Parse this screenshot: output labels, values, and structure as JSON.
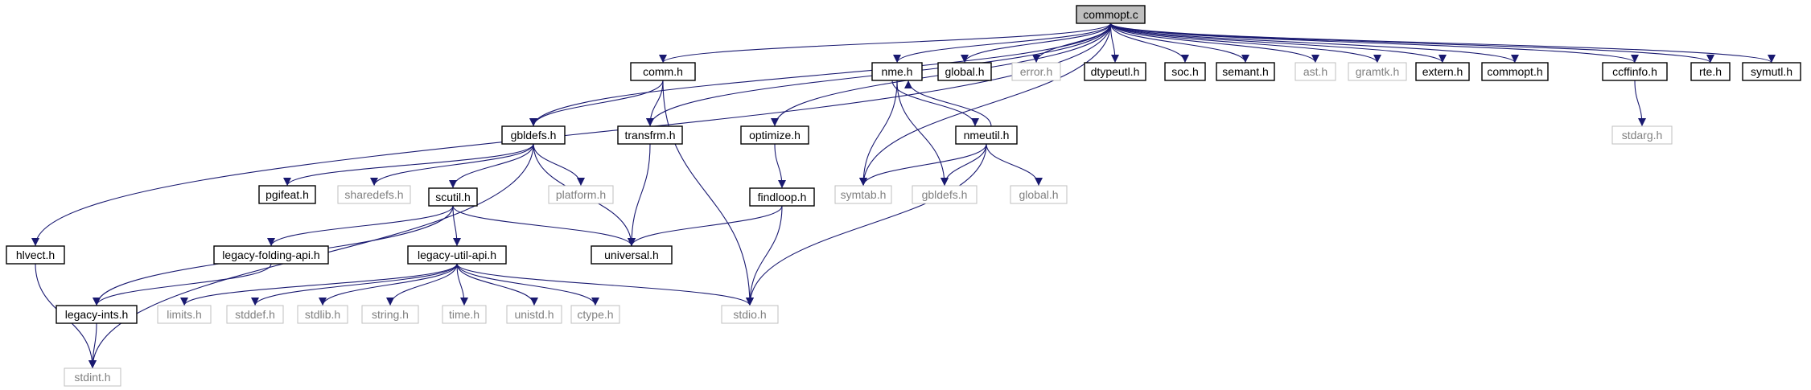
{
  "colors": {
    "edge": "#191970",
    "node_border_dark": "#000000",
    "node_border_light": "#bfbfbf",
    "text_dark": "#000000",
    "text_light": "#808080",
    "root_fill": "#bfbfbf",
    "node_fill": "#ffffff"
  },
  "nodes": [
    {
      "id": "commopt_c",
      "label": "commopt.c",
      "style": "root"
    },
    {
      "id": "comm_h",
      "label": "comm.h",
      "style": "normal"
    },
    {
      "id": "nme_h",
      "label": "nme.h",
      "style": "normal"
    },
    {
      "id": "global_h_top",
      "label": "global.h",
      "style": "normal"
    },
    {
      "id": "error_h",
      "label": "error.h",
      "style": "external"
    },
    {
      "id": "dtypeutl_h",
      "label": "dtypeutl.h",
      "style": "normal"
    },
    {
      "id": "soc_h",
      "label": "soc.h",
      "style": "normal"
    },
    {
      "id": "semant_h",
      "label": "semant.h",
      "style": "normal"
    },
    {
      "id": "ast_h",
      "label": "ast.h",
      "style": "external"
    },
    {
      "id": "gramtk_h",
      "label": "gramtk.h",
      "style": "external"
    },
    {
      "id": "extern_h",
      "label": "extern.h",
      "style": "normal"
    },
    {
      "id": "commopt_h",
      "label": "commopt.h",
      "style": "normal"
    },
    {
      "id": "ccffinfo_h",
      "label": "ccffinfo.h",
      "style": "normal"
    },
    {
      "id": "rte_h",
      "label": "rte.h",
      "style": "normal"
    },
    {
      "id": "symutl_h",
      "label": "symutl.h",
      "style": "normal"
    },
    {
      "id": "gbldefs_h",
      "label": "gbldefs.h",
      "style": "normal"
    },
    {
      "id": "transfrm_h",
      "label": "transfrm.h",
      "style": "normal"
    },
    {
      "id": "optimize_h",
      "label": "optimize.h",
      "style": "normal"
    },
    {
      "id": "nmeutil_h",
      "label": "nmeutil.h",
      "style": "normal"
    },
    {
      "id": "stdarg_h",
      "label": "stdarg.h",
      "style": "external"
    },
    {
      "id": "pgifeat_h",
      "label": "pgifeat.h",
      "style": "normal"
    },
    {
      "id": "sharedefs_h",
      "label": "sharedefs.h",
      "style": "external"
    },
    {
      "id": "scutil_h",
      "label": "scutil.h",
      "style": "normal"
    },
    {
      "id": "platform_h",
      "label": "platform.h",
      "style": "external"
    },
    {
      "id": "findloop_h",
      "label": "findloop.h",
      "style": "normal"
    },
    {
      "id": "symtab_h",
      "label": "symtab.h",
      "style": "external"
    },
    {
      "id": "gbldefs_h_ext",
      "label": "gbldefs.h",
      "style": "external"
    },
    {
      "id": "global_h_ext",
      "label": "global.h",
      "style": "external"
    },
    {
      "id": "hlvect_h",
      "label": "hlvect.h",
      "style": "normal"
    },
    {
      "id": "legacy_folding_api_h",
      "label": "legacy-folding-api.h",
      "style": "normal"
    },
    {
      "id": "universal_h",
      "label": "universal.h",
      "style": "normal"
    },
    {
      "id": "legacy_util_api_h",
      "label": "legacy-util-api.h",
      "style": "normal"
    },
    {
      "id": "legacy_ints_h",
      "label": "legacy-ints.h",
      "style": "normal"
    },
    {
      "id": "limits_h",
      "label": "limits.h",
      "style": "external"
    },
    {
      "id": "stddef_h",
      "label": "stddef.h",
      "style": "external"
    },
    {
      "id": "stdlib_h",
      "label": "stdlib.h",
      "style": "external"
    },
    {
      "id": "string_h",
      "label": "string.h",
      "style": "external"
    },
    {
      "id": "time_h",
      "label": "time.h",
      "style": "external"
    },
    {
      "id": "unistd_h",
      "label": "unistd.h",
      "style": "external"
    },
    {
      "id": "ctype_h",
      "label": "ctype.h",
      "style": "external"
    },
    {
      "id": "stdio_h",
      "label": "stdio.h",
      "style": "external"
    },
    {
      "id": "stdint_h",
      "label": "stdint.h",
      "style": "external"
    }
  ],
  "edges": [
    [
      "commopt_c",
      "comm_h"
    ],
    [
      "commopt_c",
      "nme_h"
    ],
    [
      "commopt_c",
      "global_h_top"
    ],
    [
      "commopt_c",
      "error_h"
    ],
    [
      "commopt_c",
      "dtypeutl_h"
    ],
    [
      "commopt_c",
      "soc_h"
    ],
    [
      "commopt_c",
      "semant_h"
    ],
    [
      "commopt_c",
      "ast_h"
    ],
    [
      "commopt_c",
      "gramtk_h"
    ],
    [
      "commopt_c",
      "extern_h"
    ],
    [
      "commopt_c",
      "commopt_h"
    ],
    [
      "commopt_c",
      "ccffinfo_h"
    ],
    [
      "commopt_c",
      "rte_h"
    ],
    [
      "commopt_c",
      "symutl_h"
    ],
    [
      "commopt_c",
      "gbldefs_h"
    ],
    [
      "commopt_c",
      "transfrm_h"
    ],
    [
      "commopt_c",
      "optimize_h"
    ],
    [
      "commopt_c",
      "symtab_h"
    ],
    [
      "commopt_c",
      "hlvect_h"
    ],
    [
      "comm_h",
      "gbldefs_h"
    ],
    [
      "comm_h",
      "transfrm_h"
    ],
    [
      "comm_h",
      "stdio_h"
    ],
    [
      "gbldefs_h",
      "pgifeat_h"
    ],
    [
      "gbldefs_h",
      "sharedefs_h"
    ],
    [
      "gbldefs_h",
      "scutil_h"
    ],
    [
      "gbldefs_h",
      "platform_h"
    ],
    [
      "gbldefs_h",
      "universal_h"
    ],
    [
      "gbldefs_h",
      "stdint_h"
    ],
    [
      "transfrm_h",
      "universal_h"
    ],
    [
      "optimize_h",
      "findloop_h"
    ],
    [
      "findloop_h",
      "universal_h"
    ],
    [
      "findloop_h",
      "stdio_h"
    ],
    [
      "nme_h",
      "nmeutil_h"
    ],
    [
      "nmeutil_h",
      "nme_h"
    ],
    [
      "nme_h",
      "symtab_h"
    ],
    [
      "nme_h",
      "gbldefs_h_ext"
    ],
    [
      "nmeutil_h",
      "symtab_h"
    ],
    [
      "nmeutil_h",
      "gbldefs_h_ext"
    ],
    [
      "nmeutil_h",
      "global_h_ext"
    ],
    [
      "nmeutil_h",
      "stdio_h"
    ],
    [
      "ccffinfo_h",
      "stdarg_h"
    ],
    [
      "scutil_h",
      "legacy_folding_api_h"
    ],
    [
      "scutil_h",
      "universal_h"
    ],
    [
      "scutil_h",
      "legacy_util_api_h"
    ],
    [
      "scutil_h",
      "legacy_ints_h"
    ],
    [
      "legacy_folding_api_h",
      "legacy_ints_h"
    ],
    [
      "legacy_util_api_h",
      "limits_h"
    ],
    [
      "legacy_util_api_h",
      "stddef_h"
    ],
    [
      "legacy_util_api_h",
      "stdlib_h"
    ],
    [
      "legacy_util_api_h",
      "string_h"
    ],
    [
      "legacy_util_api_h",
      "time_h"
    ],
    [
      "legacy_util_api_h",
      "unistd_h"
    ],
    [
      "legacy_util_api_h",
      "ctype_h"
    ],
    [
      "legacy_util_api_h",
      "stdio_h"
    ],
    [
      "legacy_ints_h",
      "stdint_h"
    ],
    [
      "hlvect_h",
      "stdint_h"
    ]
  ]
}
